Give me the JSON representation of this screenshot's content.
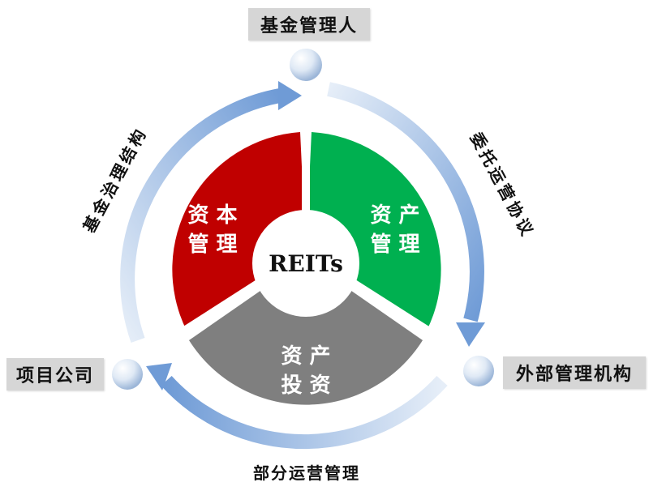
{
  "center": {
    "label": "REITs"
  },
  "segments": {
    "capital": {
      "line1": "资 本",
      "line2": "管 理",
      "color": "#c00000"
    },
    "asset": {
      "line1": "资 产",
      "line2": "管 理",
      "color": "#00b050"
    },
    "investment": {
      "line1": "资 产",
      "line2": "投 资",
      "color": "#7f7f7f"
    }
  },
  "boxes": {
    "top": "基金管理人",
    "right": "外部管理机构",
    "left": "项目公司"
  },
  "arc_labels": {
    "left": "基金治理结构",
    "right": "委托运营协议",
    "bottom": "部分运营管理"
  },
  "colors": {
    "arrow": "#7fa6d9",
    "arrow_light": "#dce8f6",
    "box_bg": "#d6d6d6"
  }
}
